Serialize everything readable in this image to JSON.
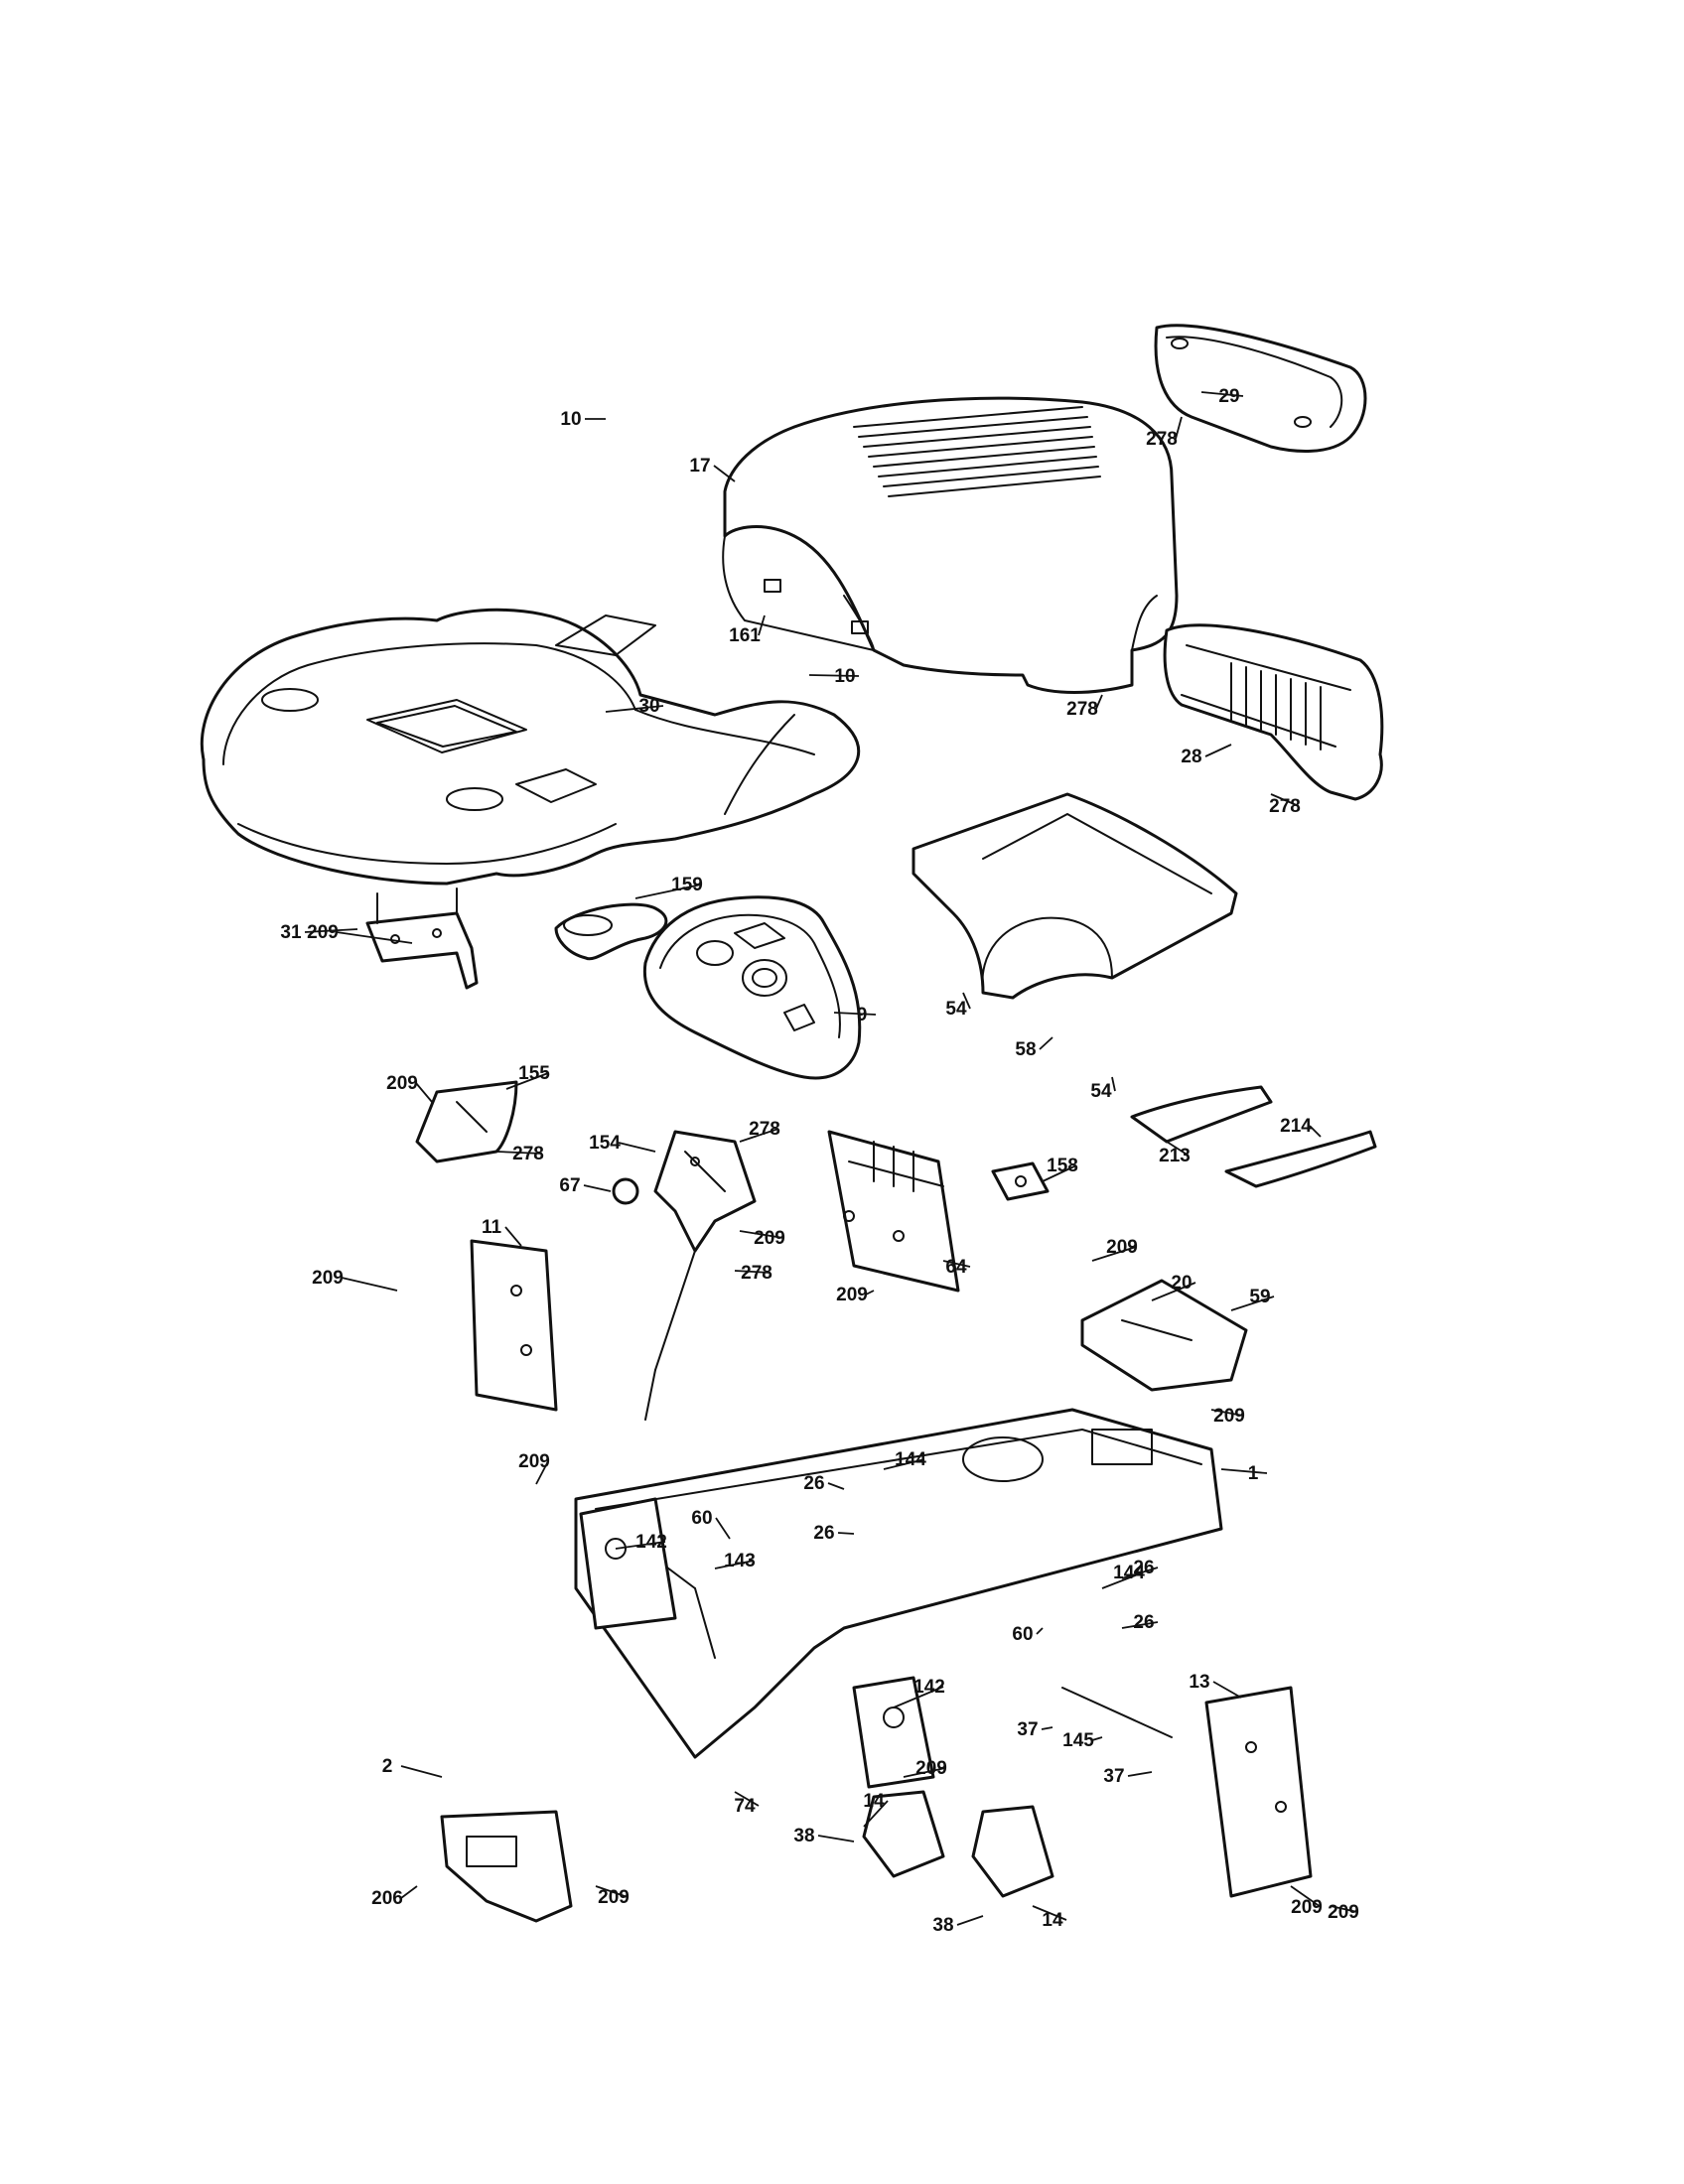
{
  "diagram": {
    "callouts": [
      {
        "id": "p1",
        "label": "1"
      },
      {
        "id": "p2",
        "label": "2"
      },
      {
        "id": "p9",
        "label": "9"
      },
      {
        "id": "p10a",
        "label": "10"
      },
      {
        "id": "p10b",
        "label": "10"
      },
      {
        "id": "p11",
        "label": "11"
      },
      {
        "id": "p13",
        "label": "13"
      },
      {
        "id": "p14a",
        "label": "14"
      },
      {
        "id": "p14b",
        "label": "14"
      },
      {
        "id": "p17",
        "label": "17"
      },
      {
        "id": "p20",
        "label": "20"
      },
      {
        "id": "p26a",
        "label": "26"
      },
      {
        "id": "p26b",
        "label": "26"
      },
      {
        "id": "p26c",
        "label": "26"
      },
      {
        "id": "p26d",
        "label": "26"
      },
      {
        "id": "p28",
        "label": "28"
      },
      {
        "id": "p29",
        "label": "29"
      },
      {
        "id": "p30",
        "label": "30"
      },
      {
        "id": "p31",
        "label": "31"
      },
      {
        "id": "p37a",
        "label": "37"
      },
      {
        "id": "p37b",
        "label": "37"
      },
      {
        "id": "p38a",
        "label": "38"
      },
      {
        "id": "p38b",
        "label": "38"
      },
      {
        "id": "p54a",
        "label": "54"
      },
      {
        "id": "p54b",
        "label": "54"
      },
      {
        "id": "p58",
        "label": "58"
      },
      {
        "id": "p59",
        "label": "59"
      },
      {
        "id": "p60a",
        "label": "60"
      },
      {
        "id": "p60b",
        "label": "60"
      },
      {
        "id": "p64",
        "label": "64"
      },
      {
        "id": "p67",
        "label": "67"
      },
      {
        "id": "p74",
        "label": "74"
      },
      {
        "id": "p142a",
        "label": "142"
      },
      {
        "id": "p142b",
        "label": "142"
      },
      {
        "id": "p143",
        "label": "143"
      },
      {
        "id": "p144a",
        "label": "144"
      },
      {
        "id": "p144b",
        "label": "144"
      },
      {
        "id": "p145",
        "label": "145"
      },
      {
        "id": "p154",
        "label": "154"
      },
      {
        "id": "p155",
        "label": "155"
      },
      {
        "id": "p158",
        "label": "158"
      },
      {
        "id": "p159",
        "label": "159"
      },
      {
        "id": "p161",
        "label": "161"
      },
      {
        "id": "p206",
        "label": "206"
      },
      {
        "id": "p209a",
        "label": "209"
      },
      {
        "id": "p209b",
        "label": "209"
      },
      {
        "id": "p209c",
        "label": "209"
      },
      {
        "id": "p209d",
        "label": "209"
      },
      {
        "id": "p209e",
        "label": "209"
      },
      {
        "id": "p209f",
        "label": "209"
      },
      {
        "id": "p209g",
        "label": "209"
      },
      {
        "id": "p209h",
        "label": "209"
      },
      {
        "id": "p209i",
        "label": "209"
      },
      {
        "id": "p209j",
        "label": "209"
      },
      {
        "id": "p209k",
        "label": "209"
      },
      {
        "id": "p209l",
        "label": "209"
      },
      {
        "id": "p213",
        "label": "213"
      },
      {
        "id": "p214",
        "label": "214"
      },
      {
        "id": "p278a",
        "label": "278"
      },
      {
        "id": "p278b",
        "label": "278"
      },
      {
        "id": "p278c",
        "label": "278"
      },
      {
        "id": "p278d",
        "label": "278"
      },
      {
        "id": "p278e",
        "label": "278"
      },
      {
        "id": "p278f",
        "label": "278"
      }
    ]
  }
}
